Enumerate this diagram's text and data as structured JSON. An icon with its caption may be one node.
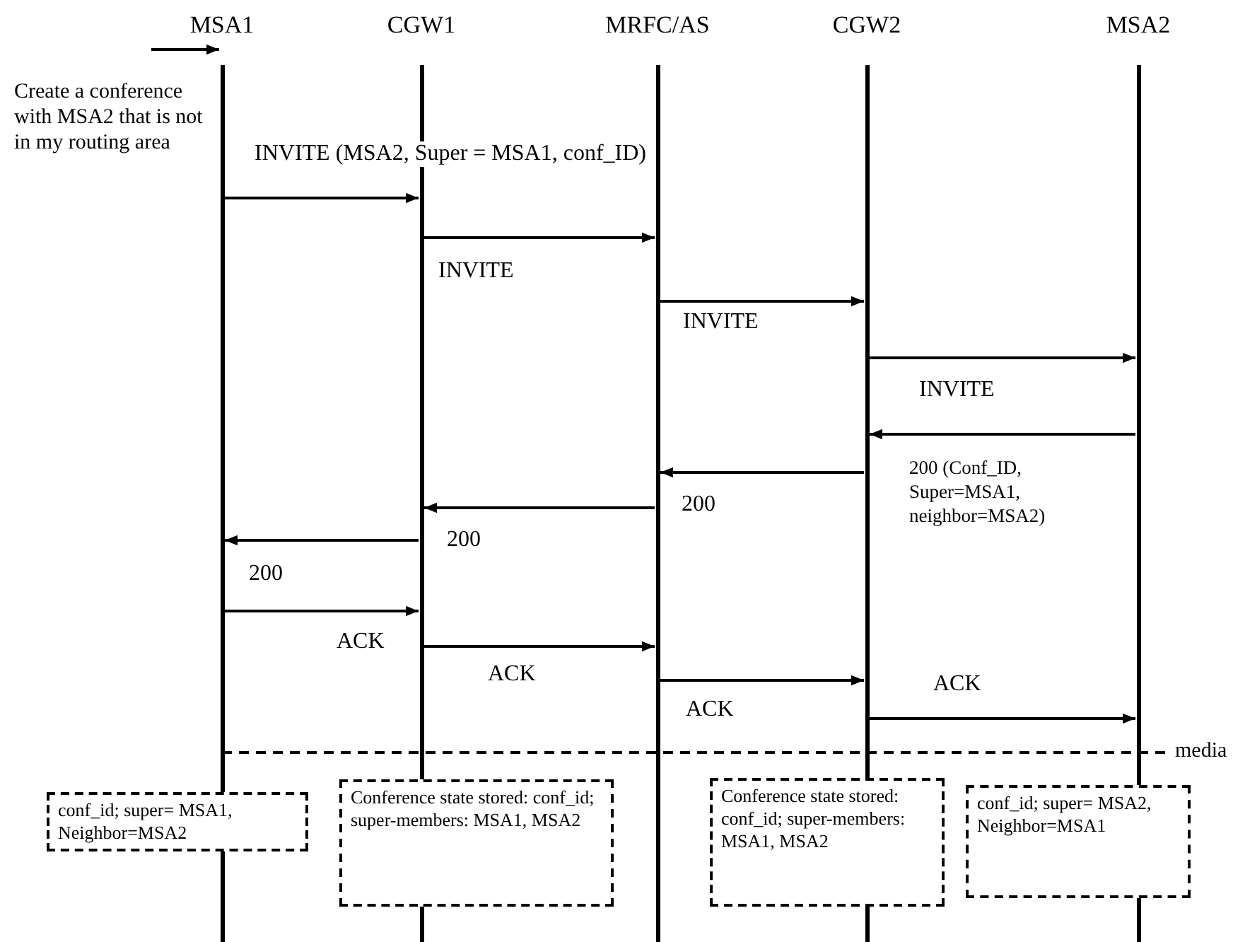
{
  "diagram": {
    "nodes": [
      {
        "text": [
          "MSA1"
        ]
      },
      {
        "text": [
          "CGW1"
        ]
      },
      {
        "text": [
          "MRFC/AS"
        ]
      },
      {
        "text": [
          "CGW2"
        ]
      },
      {
        "text": [
          "MSA2"
        ]
      },
      {
        "text": [
          "conf_id; super= MSA1, Neighbor=MSA2"
        ]
      },
      {
        "text": [
          "Conference state stored: conf_id; super-members: MSA1, MSA2"
        ]
      },
      {
        "text": [
          "Conference state stored: conf_id; super-members: MSA1, MSA2"
        ]
      },
      {
        "text": [
          "conf_id; super= MSA2, Neighbor=MSA1"
        ]
      }
    ],
    "edges": [
      {
        "from": null,
        "to": 0,
        "arrow": "to"
      },
      {
        "from": 0,
        "to": 1,
        "arrow": "to",
        "label": "INVITE (MSA2, Super = MSA1, conf_ID)"
      },
      {
        "from": 1,
        "to": 2,
        "arrow": "to",
        "label": "INVITE"
      },
      {
        "from": 2,
        "to": 3,
        "arrow": "to",
        "label": "INVITE"
      },
      {
        "from": 3,
        "to": 4,
        "arrow": "to",
        "label": "INVITE"
      },
      {
        "from": 4,
        "to": 3,
        "arrow": "to",
        "label": "200 (Conf_ID, Super=MSA1, neighbor=MSA2)"
      },
      {
        "from": 3,
        "to": 2,
        "arrow": "to",
        "label": "200"
      },
      {
        "from": 2,
        "to": 1,
        "arrow": "to",
        "label": "200"
      },
      {
        "from": 1,
        "to": 0,
        "arrow": "to",
        "label": "200"
      },
      {
        "from": 0,
        "to": 1,
        "arrow": "to",
        "label": "ACK"
      },
      {
        "from": 1,
        "to": 2,
        "arrow": "to",
        "label": "ACK"
      },
      {
        "from": 2,
        "to": 3,
        "arrow": "to",
        "label": "ACK"
      },
      {
        "from": 3,
        "to": 4,
        "arrow": "to",
        "label": "ACK"
      },
      {
        "from": 0,
        "to": 4,
        "arrow": "none",
        "style": "dashed",
        "label": "media"
      }
    ],
    "labels": [
      "Create a conference with MSA2 that is not in my routing area"
    ]
  }
}
